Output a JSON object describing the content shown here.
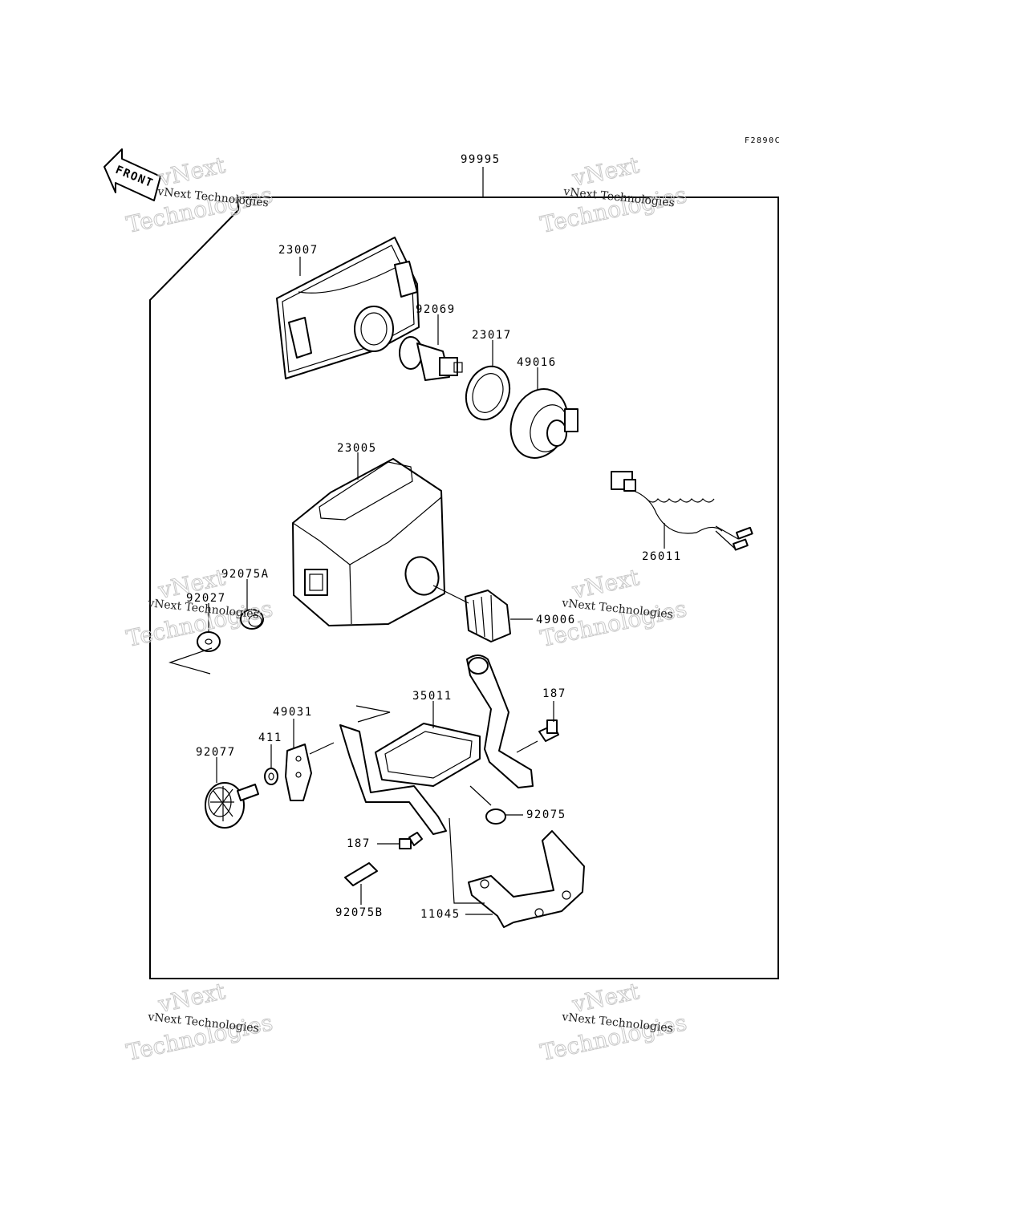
{
  "diagram_code": "F2890C",
  "front_label": "FRONT",
  "watermark": {
    "line1": "vNext Technologies",
    "big1": "vNext",
    "big2": "Technologies"
  },
  "parts": {
    "p99995": "99995",
    "p23007": "23007",
    "p92069": "92069",
    "p23017": "23017",
    "p49016": "49016",
    "p23005": "23005",
    "p26011": "26011",
    "p92075A": "92075A",
    "p92027": "92027",
    "p49006": "49006",
    "p35011": "35011",
    "p187a": "187",
    "p49031": "49031",
    "p411": "411",
    "p92077": "92077",
    "p92075": "92075",
    "p187b": "187",
    "p92075B": "92075B",
    "p11045": "11045"
  }
}
